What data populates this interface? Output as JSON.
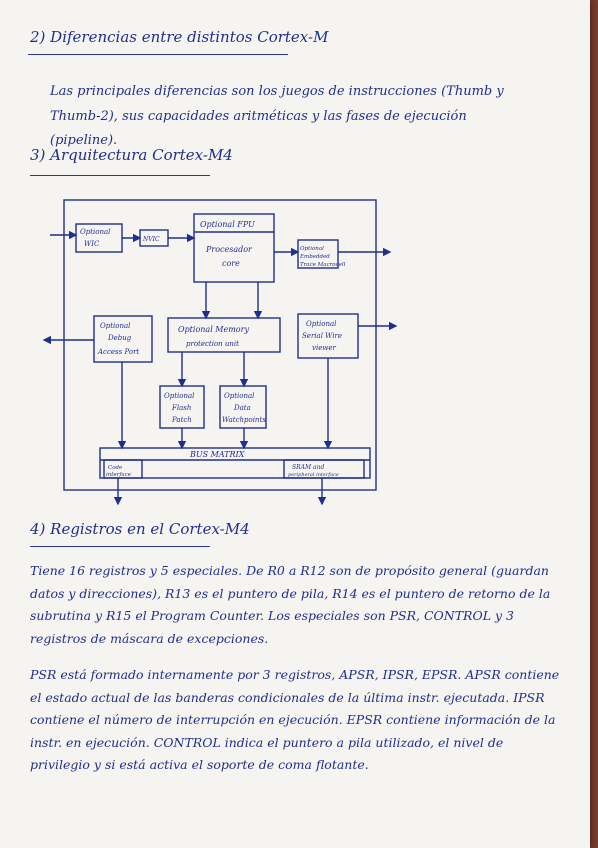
{
  "sections": {
    "s2": {
      "heading": "2) Diferencias entre distintos Cortex-M",
      "body": "Las principales diferencias son los juegos de instrucciones (Thumb y Thumb-2), sus capacidades aritméticas y las fases de ejecución (pipeline)."
    },
    "s3": {
      "heading": "3) Arquitectura Cortex-M4"
    },
    "s4": {
      "heading": "4) Registros en el Cortex-M4",
      "para1": "Tiene 16 registros y 5 especiales. De R0 a R12 son de propósito general (guardan datos y direcciones), R13 es el puntero de pila, R14 es el puntero de retorno de la subrutina y R15 el Program Counter. Los especiales son PSR, CONTROL y 3 registros de máscara de excepciones.",
      "para2": "PSR está formado internamente por 3 registros, APSR, IPSR, EPSR. APSR contiene el estado actual de las banderas condicionales de la última instr. ejecutada. IPSR contiene el número de interrupción en ejecución. EPSR contiene información de la instr. en ejecución. CONTROL indica el puntero a pila utilizado, el nivel de privilegio y si está activa el soporte de coma flotante."
    }
  },
  "diagram": {
    "nvic": "Optional\nWIC",
    "nvic2": "NVIC",
    "fpu": "Optional FPU",
    "core": "Procesador\ncore",
    "dwt": "Optional\nEmbedded\nTrace Macrocell",
    "dap": "Optional\nDebug\nAccess Port",
    "mpu": "Optional Memory\nprotection unit",
    "swv": "Optional\nSerial Wire\nviewer",
    "fpb": "Optional\nFlash\nPatch",
    "dwt2": "Optional\nData\nWatchpoints",
    "bus": "BUS MATRIX",
    "code": "Code\ninterface",
    "sram": "SRAM and\nperipheral interface"
  }
}
